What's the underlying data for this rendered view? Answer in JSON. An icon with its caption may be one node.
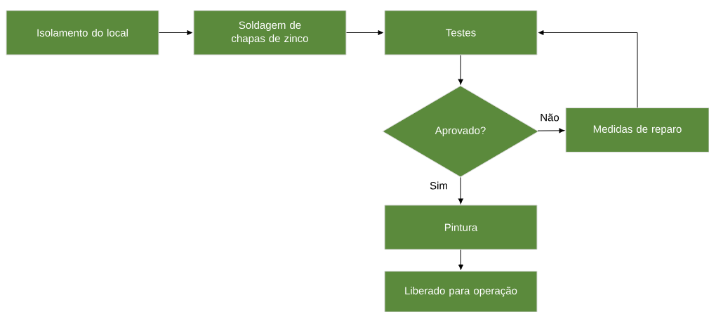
{
  "diagram": {
    "nodes": [
      {
        "text": [
          "Isolamento do local"
        ]
      },
      {
        "text": [
          "Soldagem de chapas de zinco"
        ]
      },
      {
        "text": [
          "Testes"
        ]
      },
      {
        "text": [
          "Aprovado?"
        ]
      },
      {
        "text": [
          "Medidas de reparo"
        ]
      },
      {
        "text": [
          "Pintura"
        ]
      },
      {
        "text": [
          "Liberado para operação"
        ]
      }
    ],
    "edges": [
      {
        "from": 0,
        "to": 1,
        "arrow": "to"
      },
      {
        "from": 1,
        "to": 2,
        "arrow": "to"
      },
      {
        "from": 2,
        "to": 3,
        "arrow": "to"
      },
      {
        "from": 3,
        "to": 4,
        "arrow": "to",
        "label": "Não"
      },
      {
        "from": 3,
        "to": 5,
        "arrow": "to",
        "label": "Sim"
      },
      {
        "from": 4,
        "to": 2,
        "arrow": "to"
      },
      {
        "from": 5,
        "to": 6,
        "arrow": "to"
      }
    ]
  }
}
